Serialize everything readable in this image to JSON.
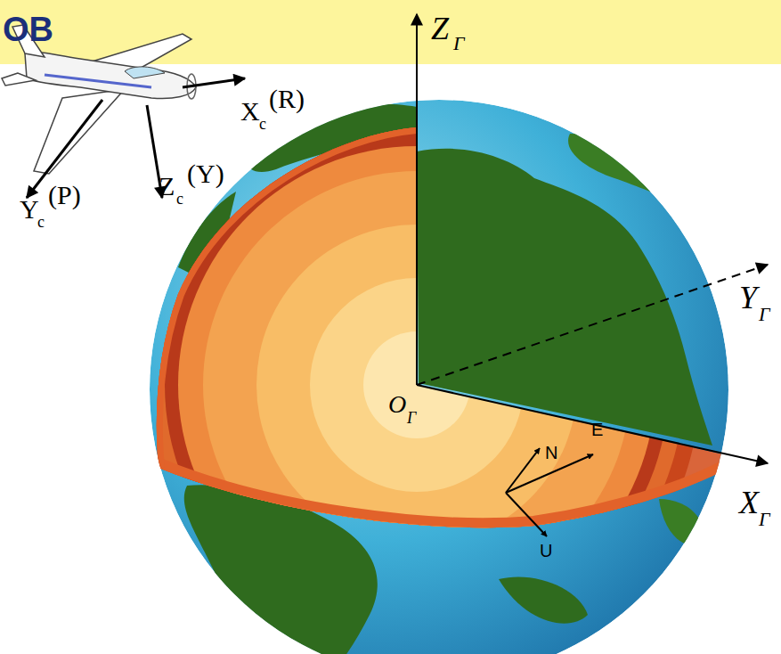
{
  "diagram": {
    "labels": [
      "ОВ",
      "Z",
      "Г",
      "Y",
      "Г",
      "O",
      "Г",
      "X",
      "Г",
      "X",
      "c",
      "(R)",
      "Y",
      "c",
      "(P)",
      "Z",
      "c",
      "(Y)",
      "N",
      "E",
      "U"
    ]
  }
}
